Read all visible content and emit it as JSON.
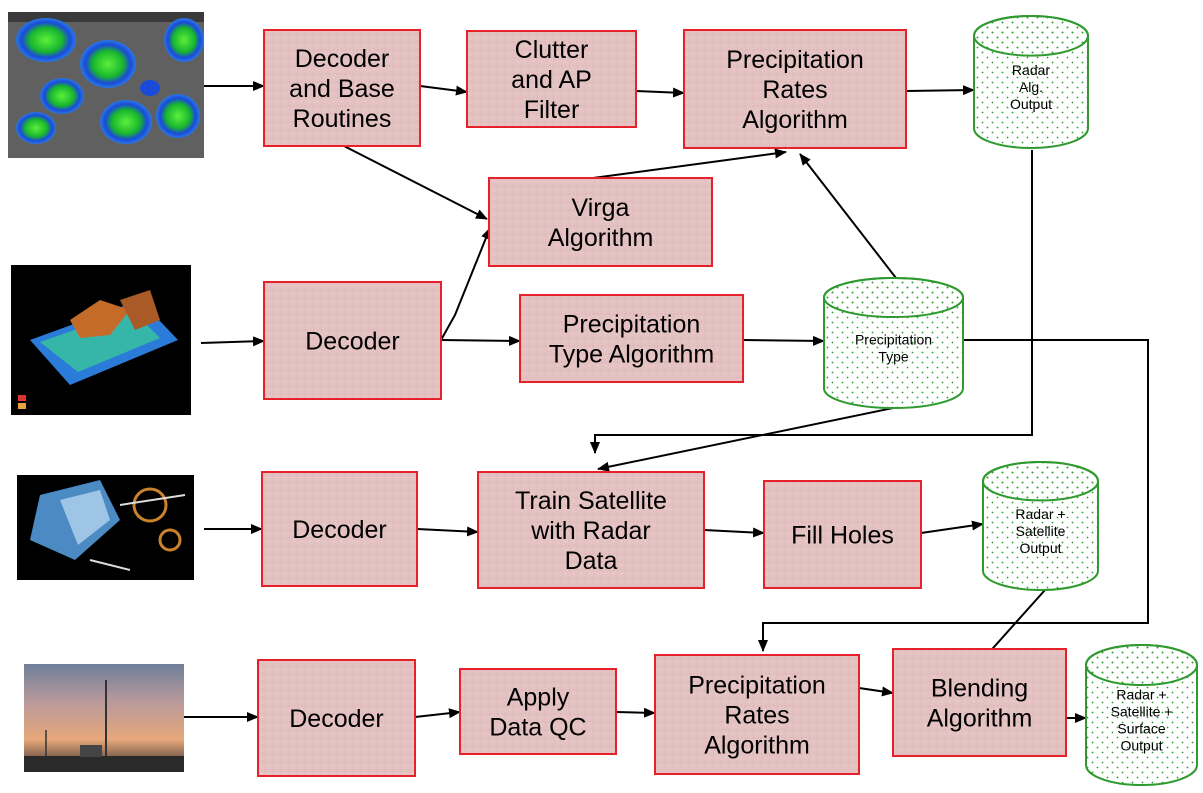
{
  "boxes": {
    "decoder_base": [
      "Decoder",
      "and Base",
      "Routines"
    ],
    "clutter": [
      "Clutter",
      "and AP",
      "Filter"
    ],
    "precip_rates_top": [
      "Precipitation",
      "Rates",
      "Algorithm"
    ],
    "virga": [
      "Virga",
      "Algorithm"
    ],
    "decoder_model": [
      "Decoder"
    ],
    "precip_type_alg": [
      "Precipitation",
      "Type Algorithm"
    ],
    "decoder_sat": [
      "Decoder"
    ],
    "train_sat": [
      "Train Satellite",
      "with Radar",
      "Data"
    ],
    "fill_holes": [
      "Fill Holes"
    ],
    "decoder_surface": [
      "Decoder"
    ],
    "apply_qc": [
      "Apply",
      "Data QC"
    ],
    "precip_rates_bottom": [
      "Precipitation",
      "Rates",
      "Algorithm"
    ],
    "blending": [
      "Blending",
      "Algorithm"
    ]
  },
  "cylinders": {
    "radar_output": [
      "Radar",
      "Alg.",
      "Output"
    ],
    "precip_type": [
      "Precipitation",
      "Type"
    ],
    "radar_sat_output": [
      "Radar +",
      "Satellite",
      "Output"
    ],
    "final_output": [
      "Radar +",
      "Satellite +",
      "Surface",
      "Output"
    ]
  },
  "colors": {
    "box_fill": "#e6c4c4",
    "box_border": "#e8202a",
    "cyl_border": "#2f9a2f",
    "cyl_dots": "#2f9a2f",
    "arrow": "#000000"
  }
}
